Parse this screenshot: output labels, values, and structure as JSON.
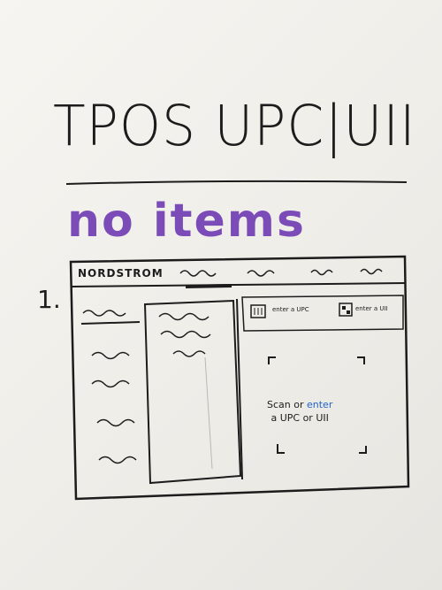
{
  "whiteboard": {
    "title": "TPOS UPC|UII",
    "subtitle": "no items",
    "step_number": "1.",
    "colors": {
      "ink": "#1c1c1c",
      "purple": "#7b4bb8",
      "blue": "#1f63c6"
    }
  },
  "mockup": {
    "brand": "NORDSTROM",
    "upc_button_label": "enter a UPC",
    "uii_button_label": "enter a UII",
    "scan_prompt_prefix": "Scan or",
    "scan_prompt_link": "enter",
    "scan_prompt_suffix": "a UPC or UII"
  }
}
